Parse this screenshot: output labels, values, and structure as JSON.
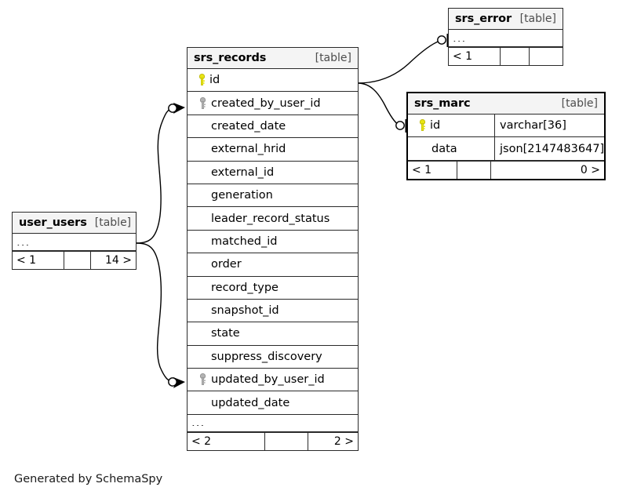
{
  "diagram": {
    "caption": "Generated by SchemaSpy",
    "kind_label": "[table]",
    "ellipsis": "...",
    "colors": {
      "primary_key": "#e8e413",
      "foreign_key": "#a8a8a8",
      "header_bg": "#f4f4f4",
      "border": "#2a2a2a",
      "background": "#ffffff"
    }
  },
  "tables": {
    "srs_records": {
      "name": "srs_records",
      "kind": "[table]",
      "columns": [
        {
          "name": "id",
          "key": "primary"
        },
        {
          "name": "created_by_user_id",
          "key": "foreign"
        },
        {
          "name": "created_date",
          "key": "none"
        },
        {
          "name": "external_hrid",
          "key": "none"
        },
        {
          "name": "external_id",
          "key": "none"
        },
        {
          "name": "generation",
          "key": "none"
        },
        {
          "name": "leader_record_status",
          "key": "none"
        },
        {
          "name": "matched_id",
          "key": "none"
        },
        {
          "name": "order",
          "key": "none"
        },
        {
          "name": "record_type",
          "key": "none"
        },
        {
          "name": "snapshot_id",
          "key": "none"
        },
        {
          "name": "state",
          "key": "none"
        },
        {
          "name": "suppress_discovery",
          "key": "none"
        },
        {
          "name": "updated_by_user_id",
          "key": "foreign"
        },
        {
          "name": "updated_date",
          "key": "none"
        }
      ],
      "more_indicator": "...",
      "footer": {
        "left": "< 2",
        "mid": "",
        "right": "2 >"
      }
    },
    "srs_error": {
      "name": "srs_error",
      "kind": "[table]",
      "columns": [],
      "more_indicator": "...",
      "footer": {
        "left": "< 1",
        "mid": "",
        "right": ""
      }
    },
    "srs_marc": {
      "name": "srs_marc",
      "kind": "[table]",
      "columns": [
        {
          "name": "id",
          "key": "primary",
          "type": "varchar[36]"
        },
        {
          "name": "data",
          "key": "none",
          "type": "json[2147483647]"
        }
      ],
      "footer": {
        "left": "< 1",
        "mid": "",
        "right": "0 >"
      }
    },
    "user_users": {
      "name": "user_users",
      "kind": "[table]",
      "columns": [],
      "more_indicator": "...",
      "footer": {
        "left": "< 1",
        "mid": "",
        "right": "14 >"
      }
    }
  },
  "relationships": [
    {
      "from": "user_users",
      "to": "srs_records.created_by_user_id",
      "from_card": "zero-or-one",
      "to_card": "many"
    },
    {
      "from": "user_users",
      "to": "srs_records.updated_by_user_id",
      "from_card": "zero-or-one",
      "to_card": "many"
    },
    {
      "from": "srs_records.id",
      "to": "srs_error",
      "from_card": "one",
      "to_card": "zero-or-one"
    },
    {
      "from": "srs_records.id",
      "to": "srs_marc",
      "from_card": "one",
      "to_card": "zero-or-one"
    }
  ]
}
